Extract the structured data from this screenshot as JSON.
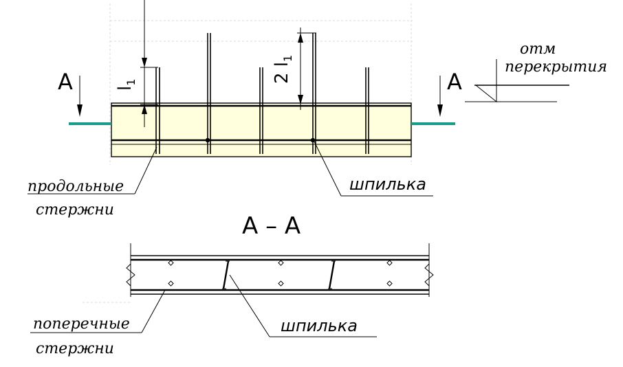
{
  "labels": {
    "section_mark_left": "A",
    "section_mark_right": "A",
    "dim_l1": "l",
    "dim_l1_sub": "1",
    "dim_2l1": "2 l",
    "dim_2l1_sub": "1",
    "level_line1": "отм",
    "level_line2": "перекрытия",
    "longitudinal_line1": "продольные",
    "longitudinal_line2": "стержни",
    "pin_top": "шпилька",
    "section_title": "A – A",
    "transverse_line1": "поперечные",
    "transverse_line2": "стержни",
    "pin_bottom": "шпилька"
  },
  "colors": {
    "slab_fill": "#ffffdd",
    "slab_line": "#1a9a8a",
    "ink": "#000000"
  }
}
